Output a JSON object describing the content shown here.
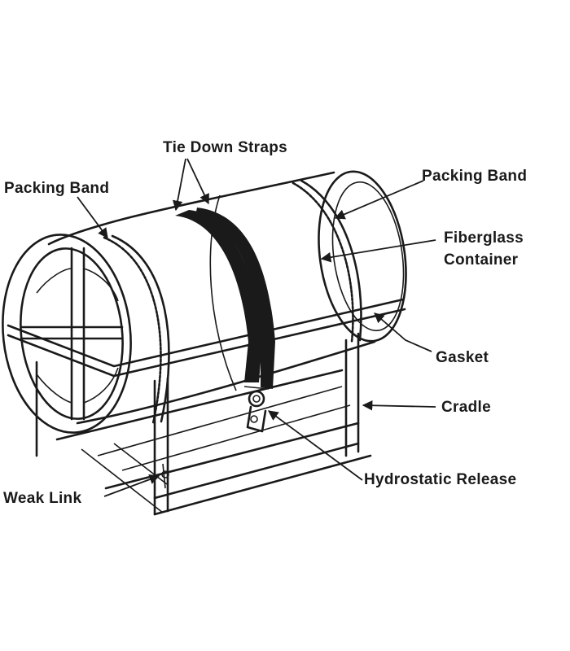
{
  "labels": {
    "tie_down_straps": "Tie Down Straps",
    "packing_band_left": "Packing Band",
    "packing_band_right": "Packing Band",
    "fiberglass": "Fiberglass",
    "container": "Container",
    "gasket": "Gasket",
    "cradle": "Cradle",
    "hydrostatic_release": "Hydrostatic Release",
    "weak_link": "Weak Link"
  },
  "colors": {
    "ink": "#1a1a1a",
    "background": "#ffffff"
  }
}
